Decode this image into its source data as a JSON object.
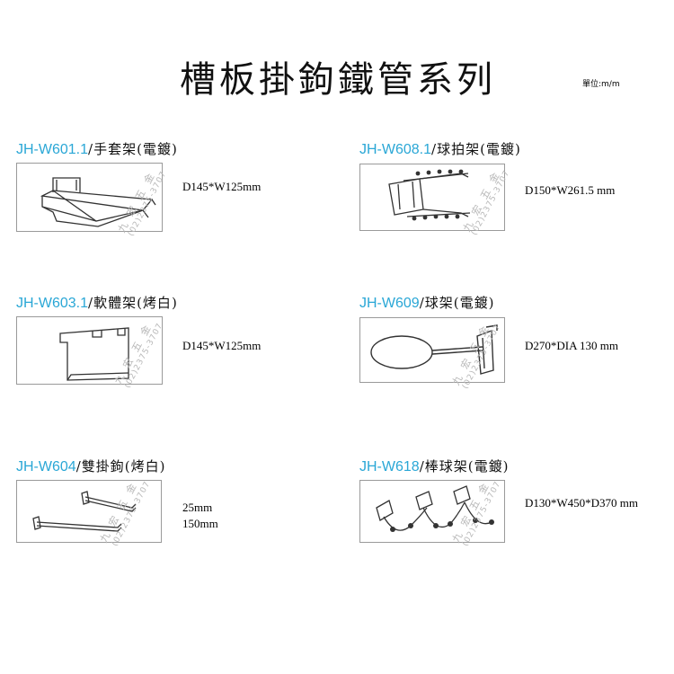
{
  "title": "槽板掛鉤鐵管系列",
  "unit": "單位:m/m",
  "watermark": {
    "name": "九 宏 五 金",
    "phone": "(02)2375-3707"
  },
  "items": [
    {
      "code": "JH-W601.1",
      "name": "/手套架(電鍍)",
      "icon": "glove-rack-drawing",
      "specs": [
        "D145*W125mm"
      ]
    },
    {
      "code": "JH-W608.1",
      "name": "/球拍架(電鍍)",
      "icon": "racket-rack-drawing",
      "specs": [
        "D150*W261.5 mm"
      ]
    },
    {
      "code": "JH-W603.1",
      "name": "/軟體架(烤白)",
      "icon": "software-rack-drawing",
      "specs": [
        "D145*W125mm"
      ]
    },
    {
      "code": "JH-W609",
      "name": "/球架(電鍍)",
      "icon": "ball-ring-rack-drawing",
      "specs": [
        "D270*DIA 130 mm"
      ]
    },
    {
      "code": "JH-W604",
      "name": "/雙掛鉤(烤白)",
      "icon": "double-hook-drawing",
      "specs": [
        "25mm",
        "150mm"
      ]
    },
    {
      "code": "JH-W618",
      "name": "/棒球架(電鍍)",
      "icon": "baseball-rack-drawing",
      "specs": [
        "D130*W450*D370 mm"
      ]
    }
  ]
}
